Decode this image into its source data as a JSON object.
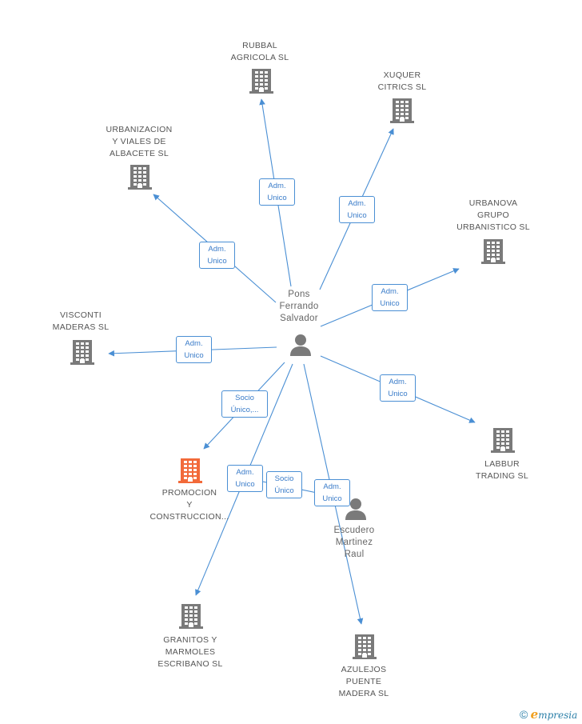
{
  "colors": {
    "edge": "#4a8fd4",
    "building": "#7a7a7a",
    "building_highlight": "#f26a3a",
    "person": "#7a7a7a",
    "label_text": "#555555",
    "edge_label_text": "#3a7cc9"
  },
  "nodes": [
    {
      "id": "rubbal",
      "type": "company",
      "lines": [
        "RUBBAL",
        "AGRICOLA SL"
      ]
    },
    {
      "id": "xuquer",
      "type": "company",
      "lines": [
        "XUQUER",
        "CITRICS SL"
      ]
    },
    {
      "id": "urbanizacion",
      "type": "company",
      "lines": [
        "URBANIZACION",
        "Y VIALES DE",
        "ALBACETE SL"
      ]
    },
    {
      "id": "urbanova",
      "type": "company",
      "lines": [
        "URBANOVA",
        "GRUPO",
        "URBANISTICO SL"
      ]
    },
    {
      "id": "visconti",
      "type": "company",
      "lines": [
        "VISCONTI",
        "MADERAS SL"
      ]
    },
    {
      "id": "labbur",
      "type": "company",
      "lines": [
        "LABBUR",
        "TRADING  SL"
      ]
    },
    {
      "id": "promocion",
      "type": "company",
      "highlight": true,
      "lines": [
        "PROMOCION",
        "Y",
        "CONSTRUCCION..."
      ]
    },
    {
      "id": "granitos",
      "type": "company",
      "lines": [
        "GRANITOS Y",
        "MARMOLES",
        "ESCRIBANO SL"
      ]
    },
    {
      "id": "azulejos",
      "type": "company",
      "lines": [
        "AZULEJOS",
        "PUENTE",
        "MADERA SL"
      ]
    },
    {
      "id": "pons",
      "type": "person",
      "main": true,
      "lines": [
        "Pons",
        "Ferrando",
        "Salvador"
      ]
    },
    {
      "id": "escudero",
      "type": "person",
      "lines": [
        "Escudero",
        "Martinez",
        "Raul"
      ]
    }
  ],
  "edges": [
    {
      "from": "pons",
      "to": "rubbal",
      "lines": [
        "Adm.",
        "Unico"
      ]
    },
    {
      "from": "pons",
      "to": "xuquer",
      "lines": [
        "Adm.",
        "Unico"
      ]
    },
    {
      "from": "pons",
      "to": "urbanizacion",
      "lines": [
        "Adm.",
        "Unico"
      ]
    },
    {
      "from": "pons",
      "to": "urbanova",
      "lines": [
        "Adm.",
        "Unico"
      ]
    },
    {
      "from": "pons",
      "to": "visconti",
      "lines": [
        "Adm.",
        "Unico"
      ]
    },
    {
      "from": "pons",
      "to": "labbur",
      "lines": [
        "Adm.",
        "Unico"
      ]
    },
    {
      "from": "pons",
      "to": "promocion",
      "lines": [
        "Socio",
        "Único,..."
      ]
    },
    {
      "from": "pons",
      "to": "granitos",
      "lines": [
        "Adm.",
        "Unico"
      ]
    },
    {
      "from": "pons",
      "to": "azulejos",
      "lines": [
        "Adm.",
        "Unico"
      ]
    },
    {
      "from": "escudero",
      "to": "promocion",
      "lines": [
        "Socio",
        "Único"
      ]
    }
  ],
  "brand": {
    "copyright": "©",
    "initial": "e",
    "rest": "mpresia"
  }
}
